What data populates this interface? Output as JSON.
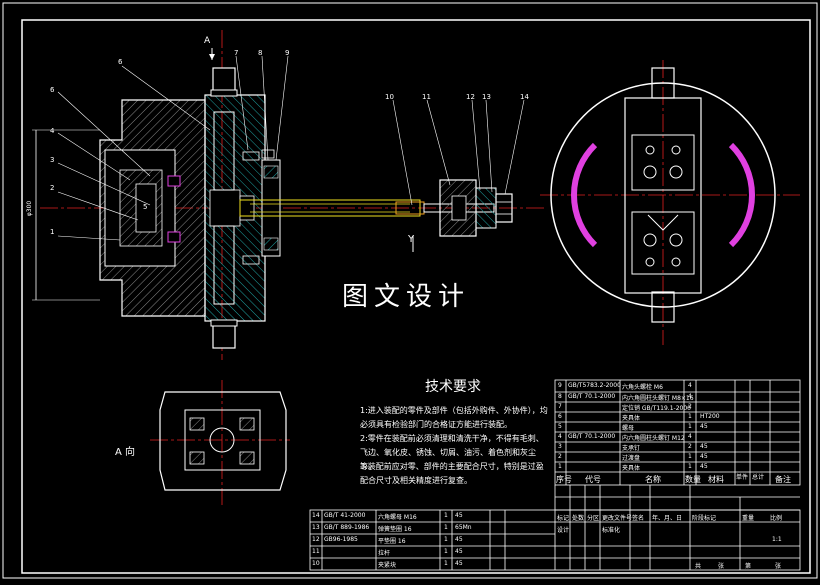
{
  "watermark": "图文设计",
  "view_labels": {
    "a_arrow": "A",
    "a_view": "A 向",
    "y_mark": "Y"
  },
  "dimension": "φ300",
  "balloons": [
    "1",
    "2",
    "3",
    "4",
    "5",
    "6",
    "6",
    "7",
    "8",
    "9",
    "10",
    "11",
    "12",
    "13",
    "14"
  ],
  "tech": {
    "title": "技术要求",
    "notes": [
      "1:进入装配的零件及部件（包括外购件、外协件），均必须具有检验部门的合格证方能进行装配。",
      "2:零件在装配前必须清理和清洗干净，不得有毛刺、飞边、氧化皮、锈蚀、切屑、油污、着色剂和灰尘等。",
      "3:装配前应对零、部件的主要配合尺寸，特别是过盈配合尺寸及相关精度进行复查。"
    ]
  },
  "parts_header": [
    "序号",
    "代号",
    "名称",
    "数量",
    "材料",
    "单件",
    "总计",
    "备注"
  ],
  "parts_upper": [
    [
      "9",
      "GB/T5783.2-2000",
      "六角头螺栓 M6",
      "4",
      "",
      ""
    ],
    [
      "8",
      "GB/T 70.1-2000",
      "内六角圆柱头螺钉 M8×16",
      "4",
      "",
      ""
    ],
    [
      "7",
      "",
      "定位销 GB/T119.1-2000",
      "2",
      "",
      ""
    ],
    [
      "6",
      "",
      "夹具体",
      "1",
      "HT200",
      ""
    ],
    [
      "5",
      "",
      "螺母",
      "1",
      "45",
      ""
    ],
    [
      "4",
      "GB/T 70.1-2000",
      "内六角圆柱头螺钉 M12",
      "4",
      "",
      ""
    ],
    [
      "3",
      "",
      "支承钉",
      "2",
      "45",
      ""
    ],
    [
      "2",
      "",
      "过渡盘",
      "1",
      "45",
      ""
    ],
    [
      "1",
      "",
      "夹具体",
      "1",
      "45",
      ""
    ]
  ],
  "parts_lower": [
    [
      "14",
      "GB/T 41-2000",
      "六角螺母 M16",
      "1",
      "45",
      ""
    ],
    [
      "13",
      "GB/T 889-1986",
      "弹簧垫圈 16",
      "1",
      "65Mn",
      ""
    ],
    [
      "12",
      "GB96-1985",
      "平垫圈 16",
      "1",
      "45",
      ""
    ],
    [
      "11",
      "",
      "拉杆",
      "1",
      "45",
      ""
    ],
    [
      "10",
      "",
      "夹紧块",
      "1",
      "45",
      ""
    ]
  ],
  "title_block": {
    "row1": [
      "标记",
      "处数",
      "分区",
      "更改文件号",
      "签名",
      "年、月、日"
    ],
    "row2": [
      "设计",
      "",
      "标准化",
      "",
      "阶段标记",
      "重量",
      "比例"
    ],
    "scale": "1:1",
    "sheets": [
      "共",
      "张",
      "第",
      "张"
    ]
  }
}
